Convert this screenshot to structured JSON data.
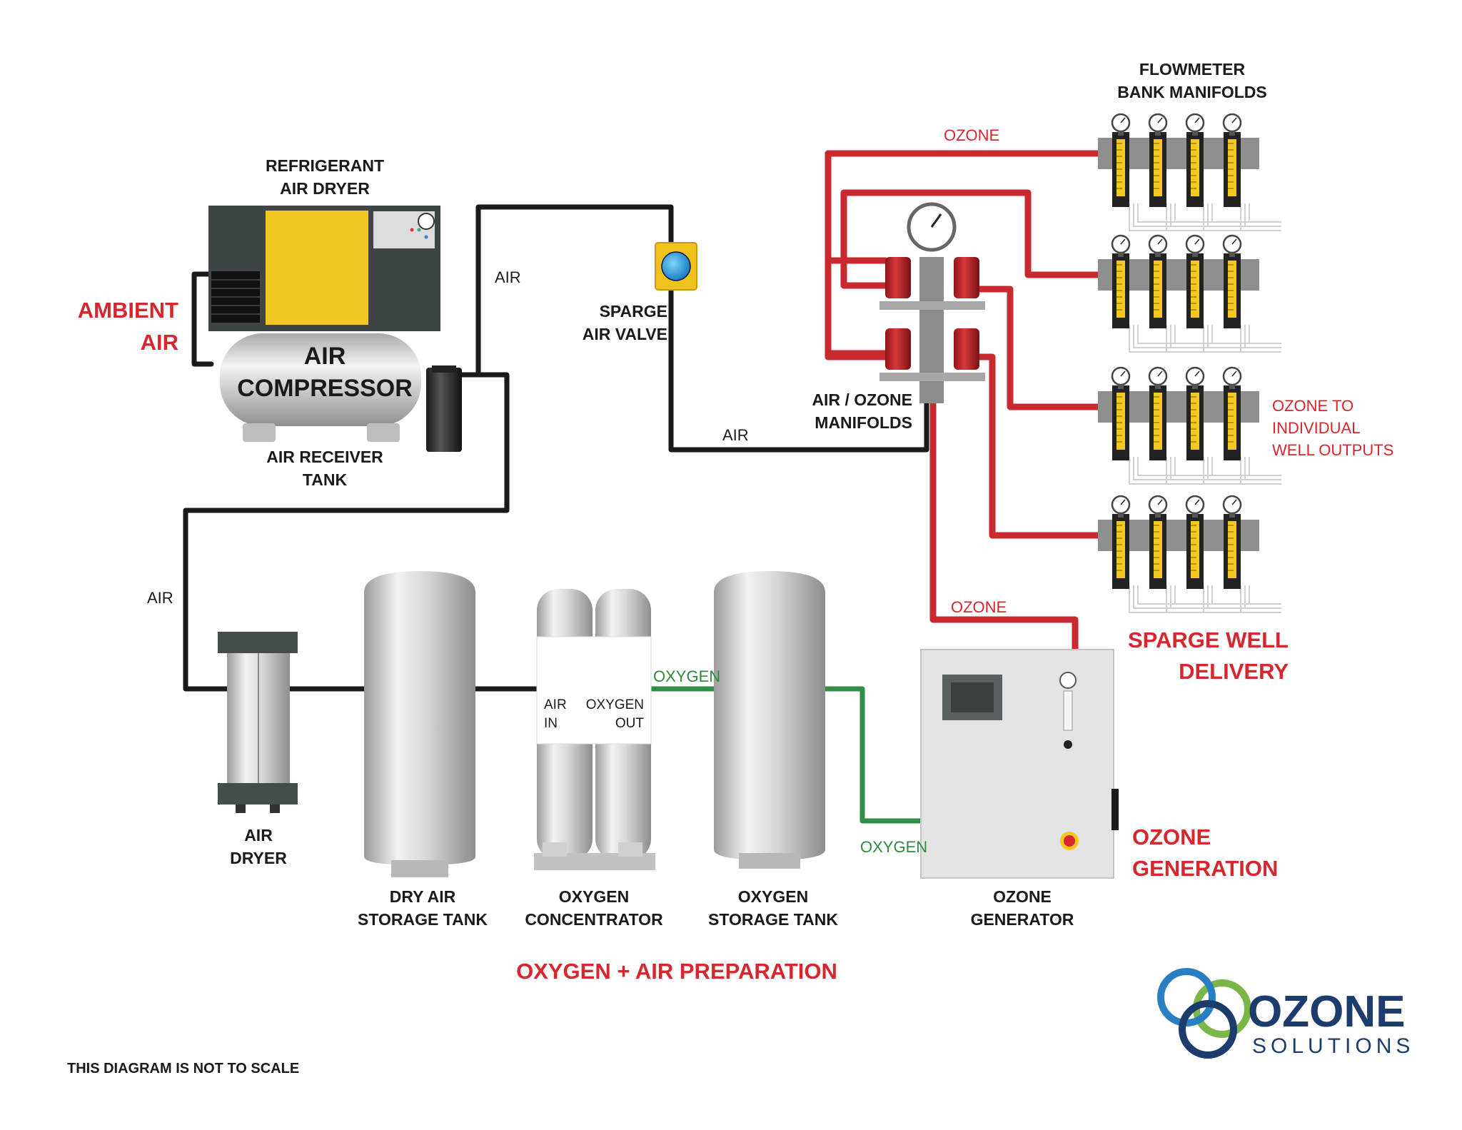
{
  "labels": {
    "refrigerant_dryer_1": "REFRIGERANT",
    "refrigerant_dryer_2": "AIR DRYER",
    "ambient_air_1": "AMBIENT",
    "ambient_air_2": "AIR",
    "air_compressor_1": "AIR",
    "air_compressor_2": "COMPRESSOR",
    "air_receiver_1": "AIR RECEIVER",
    "air_receiver_2": "TANK",
    "sparge_valve_1": "SPARGE",
    "sparge_valve_2": "AIR VALVE",
    "manifolds_1": "AIR / OZONE",
    "manifolds_2": "MANIFOLDS",
    "flowmeter_bank_1": "FLOWMETER",
    "flowmeter_bank_2": "BANK MANIFOLDS",
    "ozone_to_wells_1": "OZONE TO",
    "ozone_to_wells_2": "INDIVIDUAL",
    "ozone_to_wells_3": "WELL OUTPUTS",
    "sparge_delivery_1": "SPARGE WELL",
    "sparge_delivery_2": "DELIVERY",
    "air_dryer_1": "AIR",
    "air_dryer_2": "DRYER",
    "dry_air_tank_1": "DRY AIR",
    "dry_air_tank_2": "STORAGE TANK",
    "oxygen_concentrator_1": "OXYGEN",
    "oxygen_concentrator_2": "CONCENTRATOR",
    "oxygen_tank_1": "OXYGEN",
    "oxygen_tank_2": "STORAGE TANK",
    "ozone_generator_1": "OZONE",
    "ozone_generator_2": "GENERATOR",
    "ozone_generation_1": "OZONE",
    "ozone_generation_2": "GENERATION",
    "air_in_1": "AIR",
    "air_in_2": "IN",
    "oxygen_out_1": "OXYGEN",
    "oxygen_out_2": "OUT",
    "section_title": "OXYGEN + AIR PREPARATION",
    "disclaimer": "THIS DIAGRAM IS NOT TO SCALE"
  },
  "flow_labels": {
    "air_top": "AIR",
    "air_middle": "AIR",
    "air_left": "AIR",
    "ozone_top": "OZONE",
    "ozone_lower": "OZONE",
    "oxygen_mid": "OXYGEN",
    "oxygen_low": "OXYGEN"
  },
  "logo": {
    "word1": "OZONE",
    "word2": "SOLUTIONS"
  },
  "colors": {
    "air_line": "#1a1a1a",
    "ozone_line": "#c92a2f",
    "oxygen_line": "#2f8f46",
    "accent_red": "#d7262e",
    "logo_navy": "#1d3c6e",
    "logo_blue": "#2a7fc4",
    "logo_green": "#7ab648"
  }
}
